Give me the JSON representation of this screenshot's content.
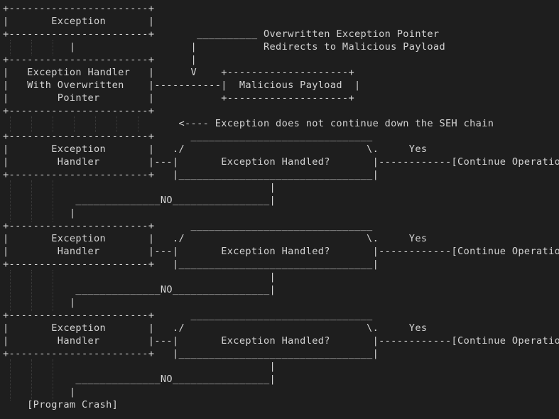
{
  "diagram": {
    "lines": [
      "+-----------------------+",
      "|       Exception       |",
      "+-----------------------+       __________ Overwritten Exception Pointer",
      "           |                   |           Redirects to Malicious Payload",
      "+-----------------------+      |",
      "|   Exception Handler   |      V    +--------------------+",
      "|   With Overwritten    |-----------|  Malicious Payload  |",
      "|        Pointer        |           +--------------------+",
      "+-----------------------+",
      "                             <---- Exception does not continue down the SEH chain",
      "+-----------------------+      ______________________________",
      "|       Exception       |   ./                              \\.     Yes",
      "|        Handler        |---|       Exception Handled?       |------------[Continue Operation]",
      "+-----------------------+   |________________________________|",
      "                                            |",
      "            ______________NO________________|",
      "           |",
      "+-----------------------+      ______________________________",
      "|       Exception       |   ./                              \\.     Yes",
      "|        Handler        |---|       Exception Handled?       |------------[Continue Operation]",
      "+-----------------------+   |________________________________|",
      "                                            |",
      "            ______________NO________________|",
      "           |",
      "+-----------------------+      ______________________________",
      "|       Exception       |   ./                              \\.     Yes",
      "|        Handler        |---|       Exception Handled?       |------------[Continue Operation]",
      "+-----------------------+   |________________________________|",
      "                                            |",
      "            ______________NO________________|",
      "           |",
      "    [Program Crash]"
    ]
  }
}
